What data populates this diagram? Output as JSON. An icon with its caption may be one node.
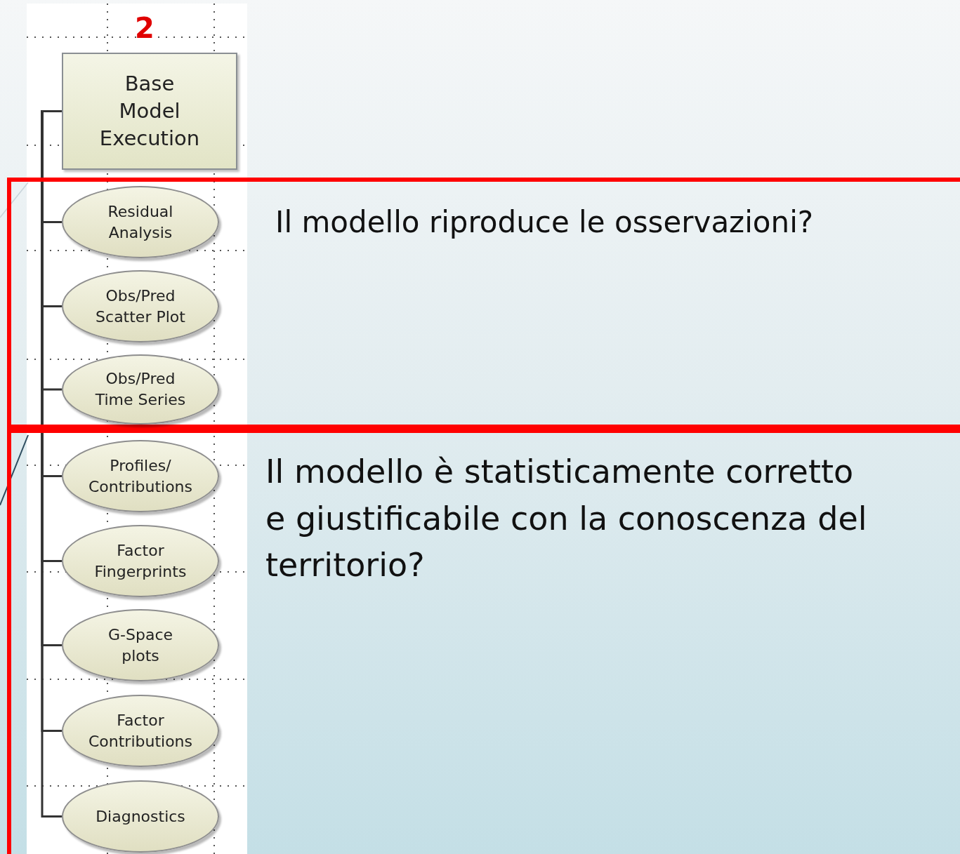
{
  "diagram": {
    "nodes": [
      {
        "text": [
          "Base Model Execution"
        ],
        "beside": [
          "2"
        ]
      },
      {
        "text": [
          "Il modello riproduce le osservazioni?"
        ]
      },
      {
        "text": [
          "Residual Analysis"
        ],
        "in": 1
      },
      {
        "text": [
          "Obs/Pred Scatter Plot"
        ],
        "in": 1
      },
      {
        "text": [
          "Obs/Pred Time Series"
        ],
        "in": 1
      },
      {
        "text": [
          "Il modello è statisticamente corretto e giustificabile con la conoscenza del territorio?"
        ]
      },
      {
        "text": [
          "Profiles/ Contributions"
        ],
        "in": 5
      },
      {
        "text": [
          "Factor Fingerprints"
        ],
        "in": 5
      },
      {
        "text": [
          "G-Space plots"
        ],
        "in": 5
      },
      {
        "text": [
          "Factor Contributions"
        ],
        "in": 5
      },
      {
        "text": [
          "Diagnostics"
        ],
        "in": 5
      }
    ],
    "edges": [
      {
        "from": 0,
        "to": 2,
        "arrow": "none"
      },
      {
        "from": 0,
        "to": 3,
        "arrow": "none"
      },
      {
        "from": 0,
        "to": 4,
        "arrow": "none"
      },
      {
        "from": 0,
        "to": 6,
        "arrow": "none"
      },
      {
        "from": 0,
        "to": 7,
        "arrow": "none"
      },
      {
        "from": 0,
        "to": 8,
        "arrow": "none"
      },
      {
        "from": 0,
        "to": 9,
        "arrow": "none"
      },
      {
        "from": 0,
        "to": 10,
        "arrow": "none"
      }
    ]
  }
}
